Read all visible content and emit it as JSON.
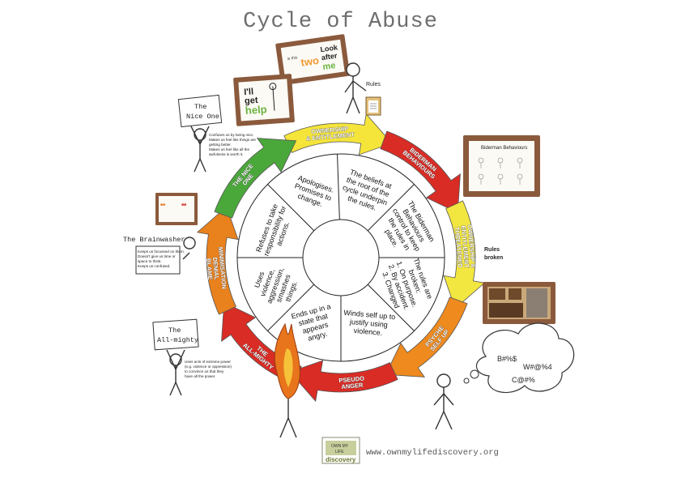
{
  "title": "Cycle of Abuse",
  "segments": [
    {
      "id": "ownership",
      "lines": [
        "The beliefs at",
        "the root of the",
        "cycle underpin",
        "the rules."
      ]
    },
    {
      "id": "biderman",
      "lines": [
        "The Biderman",
        "Behaviours",
        "control to keep",
        "the rules in",
        "place."
      ]
    },
    {
      "id": "threatened",
      "lines": [
        "The rules are",
        "broken:",
        "1. On purpose.",
        "2. By accident.",
        "3. Changed"
      ]
    },
    {
      "id": "psyche",
      "lines": [
        "Winds self up to",
        "justify using",
        "violence."
      ]
    },
    {
      "id": "pseudo",
      "lines": [
        "Ends up in a",
        "state that",
        "appears",
        "angry."
      ]
    },
    {
      "id": "allmighty",
      "lines": [
        "Uses",
        "violence,",
        "aggression,",
        "smashes",
        "things."
      ]
    },
    {
      "id": "minimisation",
      "lines": [
        "Refuses to take",
        "responsibility for",
        "actions."
      ]
    },
    {
      "id": "niceone",
      "lines": [
        "Apologises.",
        "Promises to",
        "change."
      ]
    }
  ],
  "arrows": [
    {
      "id": "ownership",
      "lines": [
        "OWNERSHIP",
        "& ENTITLEMENT"
      ],
      "color": "#f5e53a"
    },
    {
      "id": "biderman",
      "lines": [
        "BIDERMAN",
        "BEHAVIOURS"
      ],
      "color": "#d92c25"
    },
    {
      "id": "threatened",
      "lines": [
        "OWNERSHIP &",
        "ENTITLEMENT",
        "THREATENED"
      ],
      "color": "#f2e640"
    },
    {
      "id": "psyche",
      "lines": [
        "PSYCHE",
        "SELF UP"
      ],
      "color": "#ee8a1e"
    },
    {
      "id": "pseudo",
      "lines": [
        "PSEUDO",
        "ANGER"
      ],
      "color": "#d92c25"
    },
    {
      "id": "allmighty",
      "lines": [
        "THE",
        "ALL-MIGHTY"
      ],
      "color": "#d92c25"
    },
    {
      "id": "minimisation",
      "lines": [
        "MINIMISATION",
        "DENIAL",
        "BLAME"
      ],
      "color": "#e9811d"
    },
    {
      "id": "niceone",
      "lines": [
        "THE NICE",
        "ONE"
      ],
      "color": "#4aa83a"
    }
  ],
  "side_labels": {
    "rules": "Rules",
    "rules_broken": [
      "Rules",
      "broken"
    ],
    "biderman_frame": "Biderman Behaviours",
    "nice_one_sign": [
      "The",
      "Nice One"
    ],
    "nice_one_note": [
      "Confuses us by being nice.",
      "Makes us feel like things are",
      "getting better.",
      "Makes us feel like all the",
      "awfulness is worth it."
    ],
    "brainwasher": "The Brainwasher",
    "brainwasher_note": [
      "Keeps us focussed on them.",
      "Doesn't give us time or",
      "space to think.",
      "Keeps us confused."
    ],
    "allmighty_sign": [
      "The",
      "All-mighty"
    ],
    "allmighty_note": [
      "Uses acts of extreme power",
      "(e.g. violence or oppression)",
      "to convince us that they",
      "have all the power."
    ],
    "speech": [
      "B#%$",
      "W#@%4",
      "C@#%"
    ],
    "frame_help": [
      "I'll",
      "get",
      "help"
    ],
    "frame_look": [
      "Look",
      "after",
      "me"
    ],
    "frame_two": "two",
    "frame_is": "is this"
  },
  "logo": [
    "OWN MY",
    "LIFE",
    "discovery"
  ],
  "footer_url": "www.ownmylifediscovery.org",
  "colors": {
    "green": "#4aa83a",
    "yellow": "#f5e53a",
    "red": "#d92c25",
    "orange": "#e9811d",
    "frame": "#8b5a3c"
  }
}
